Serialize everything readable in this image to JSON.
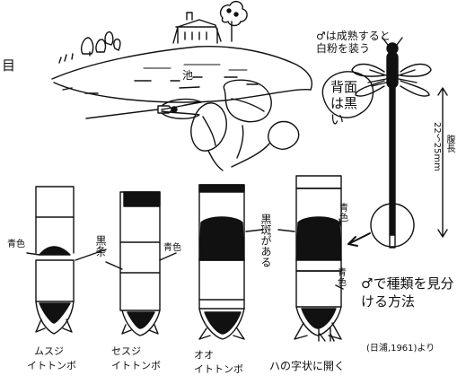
{
  "edge_glyph": "目",
  "top_note": "♂は成熟すると白粉を装う",
  "pond_label": "池",
  "dorsal_note": "背面は黒い",
  "length_label": "22〜25mm",
  "body_label": "腹長",
  "color_labels": {
    "blue_left": "青色",
    "black_stripe": "黒条",
    "blue_second": "青色",
    "black_spot": "黒斑がある",
    "blue_top_right": "青色",
    "blue_bottom_right": "青色"
  },
  "method_note": "♂で種類を見分ける方法",
  "bottom_note": "ハの字状に開く",
  "citation": "(日浦,1961)より",
  "species": [
    {
      "name_top": "ムスジ",
      "name_bottom": "イトトンボ"
    },
    {
      "name_top": "セスジ",
      "name_bottom": "イトトンボ"
    },
    {
      "name_top": "オオ",
      "name_bottom": "イトトンボ"
    }
  ]
}
